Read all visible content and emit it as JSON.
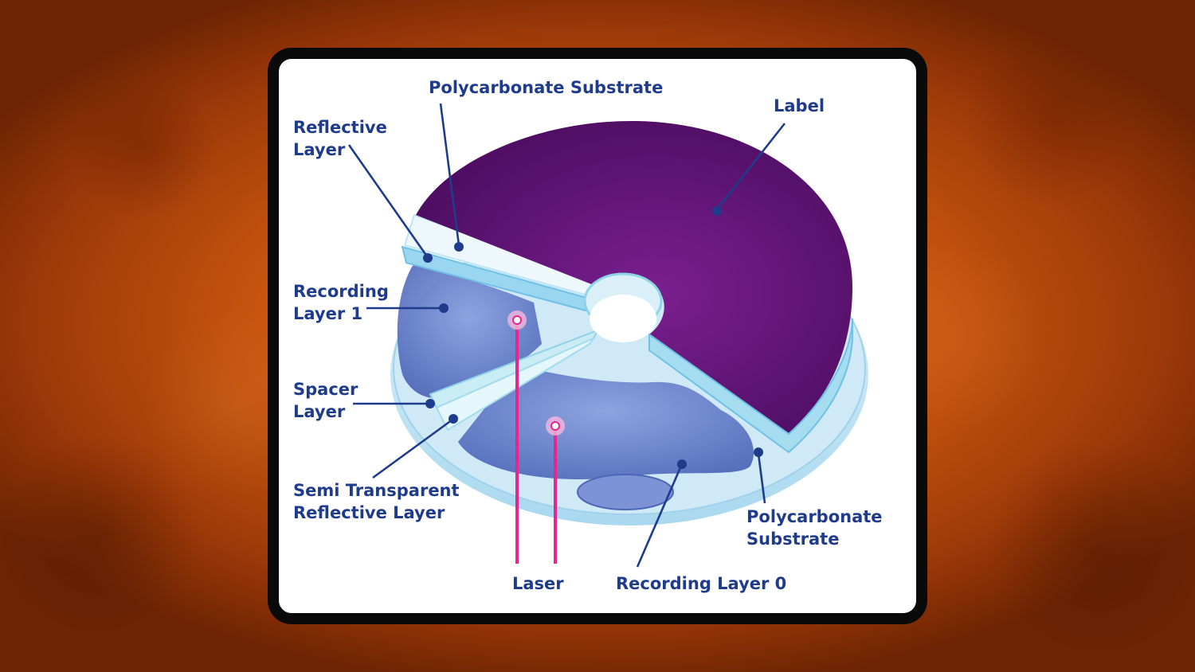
{
  "diagram": {
    "labels": {
      "polycarbonate_top": "Polycarbonate Substrate",
      "label": "Label",
      "reflective_1": "Reflective",
      "reflective_2": "Layer",
      "recording1_1": "Recording",
      "recording1_2": "Layer 1",
      "spacer_1": "Spacer",
      "spacer_2": "Layer",
      "semi_1": "Semi Transparent",
      "semi_2": "Reflective Layer",
      "polycarbonate_bottom_1": "Polycarbonate",
      "polycarbonate_bottom_2": "Substrate",
      "laser": "Laser",
      "recording0": "Recording Layer 0"
    },
    "colors": {
      "label_purple": "#5e1470",
      "label_text": "#1f3b8c",
      "recording_blue": "#5b76c2",
      "light_layer": "#bfe4f5",
      "laser_pink": "#e8258f",
      "card_border": "#0a0a0a",
      "background_orange": "#c9560f"
    }
  }
}
